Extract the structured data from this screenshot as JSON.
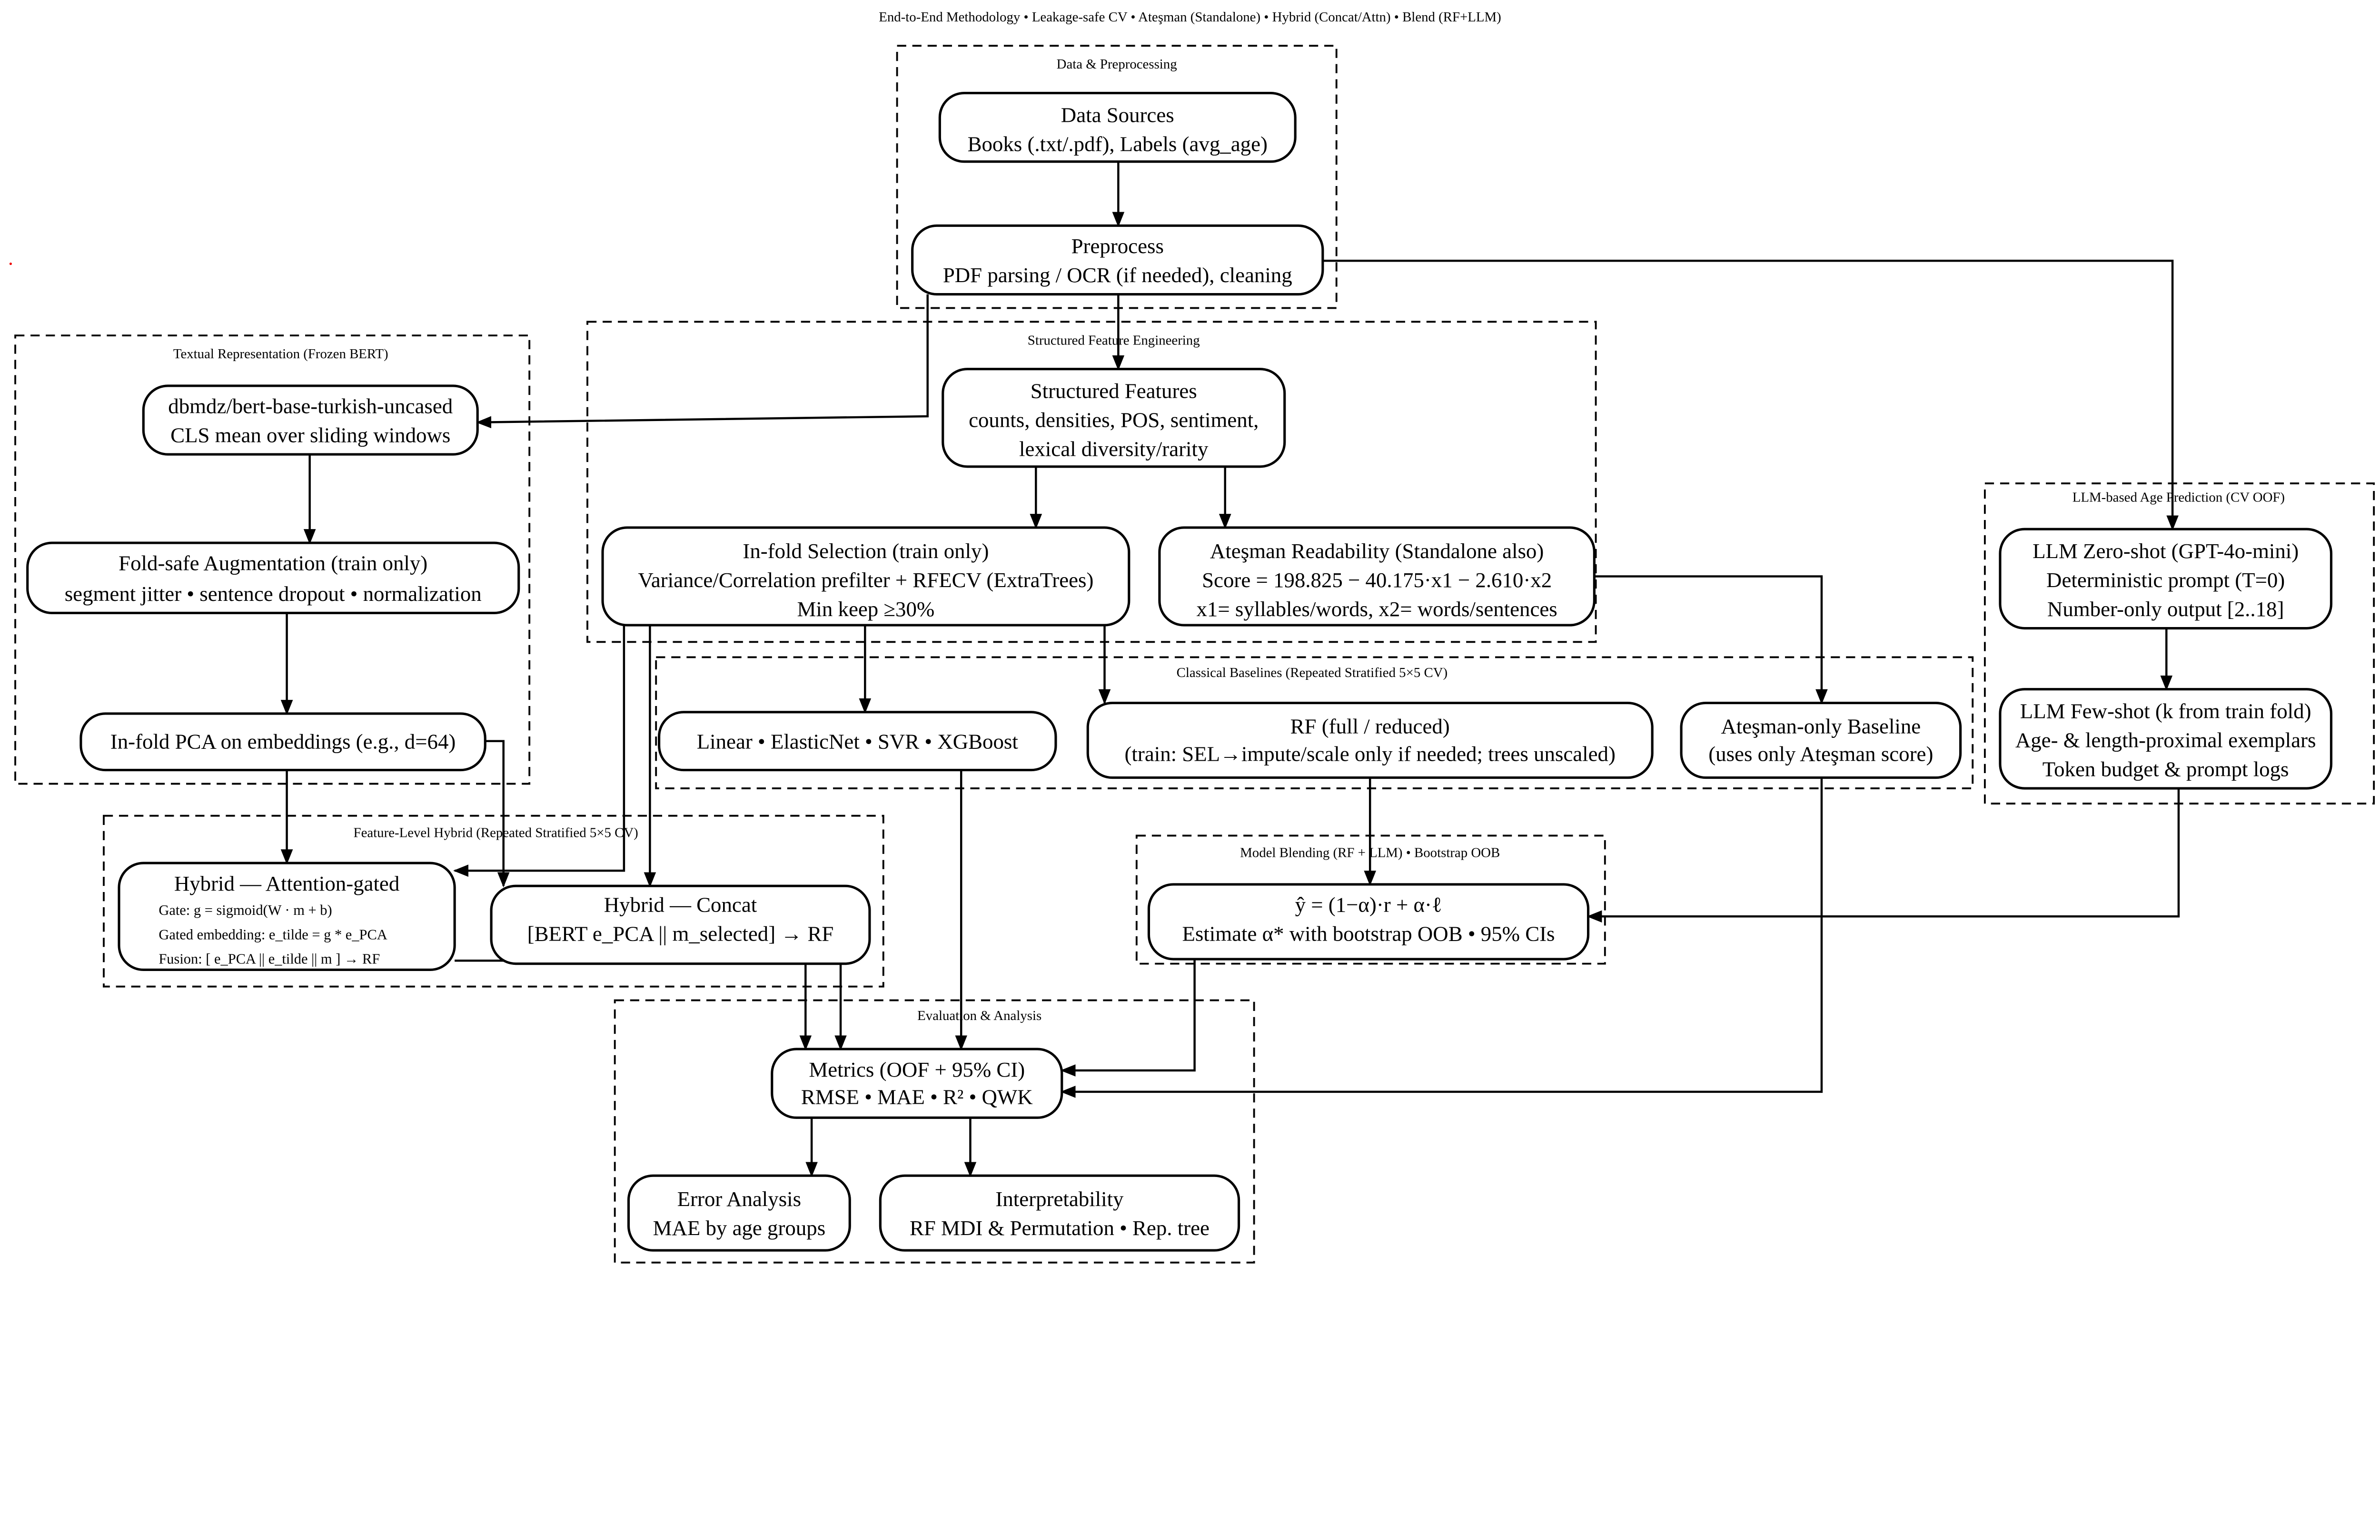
{
  "title": "End-to-End Methodology • Leakage-safe CV • Ateşman (Standalone) • Hybrid (Concat/Attn) • Blend (RF+LLM)",
  "clusters": {
    "data_prep": "Data & Preprocessing",
    "textual": "Textual Representation (Frozen BERT)",
    "structured": "Structured Feature Engineering",
    "llm": "LLM-based Age Prediction (CV OOF)",
    "classical": "Classical Baselines (Repeated Stratified 5×5 CV)",
    "hybrid": "Feature-Level Hybrid (Repeated Stratified 5×5 CV)",
    "blending": "Model Blending (RF + LLM) • Bootstrap OOB",
    "evaluation": "Evaluation & Analysis"
  },
  "nodes": {
    "data_sources": [
      "Data Sources",
      "Books (.txt/.pdf), Labels (avg_age)"
    ],
    "preprocess": [
      "Preprocess",
      "PDF parsing / OCR (if needed), cleaning"
    ],
    "bert": [
      "dbmdz/bert-base-turkish-uncased",
      "CLS mean over sliding windows"
    ],
    "augmentation": [
      "Fold-safe Augmentation (train only)",
      "segment jitter • sentence dropout • normalization"
    ],
    "pca": [
      "In-fold PCA on embeddings (e.g., d=64)"
    ],
    "structured_features": [
      "Structured Features",
      "counts, densities, POS, sentiment,",
      "lexical diversity/rarity"
    ],
    "selection": [
      "In-fold Selection (train only)",
      "Variance/Correlation prefilter + RFECV (ExtraTrees)",
      "Min keep ≥30%"
    ],
    "atesman": [
      "Ateşman Readability (Standalone also)",
      "Score = 198.825 − 40.175·x1 − 2.610·x2",
      "x1= syllables/words, x2= words/sentences"
    ],
    "llm_zero": [
      "LLM Zero-shot (GPT-4o-mini)",
      "Deterministic prompt (T=0)",
      "Number-only output [2..18]"
    ],
    "llm_few": [
      "LLM Few-shot (k from train fold)",
      "Age- & length-proximal exemplars",
      "Token budget & prompt logs"
    ],
    "linear": [
      "Linear • ElasticNet • SVR • XGBoost"
    ],
    "rf": [
      "RF (full / reduced)",
      "(train: SEL→impute/scale only if needed; trees unscaled)"
    ],
    "atesman_only": [
      "Ateşman-only Baseline",
      "(uses only Ateşman score)"
    ],
    "hybrid_attn": [
      "Hybrid — Attention-gated",
      "Gate: g = sigmoid(W · m + b)",
      "Gated embedding: e_tilde = g * e_PCA",
      "Fusion: [ e_PCA || e_tilde || m ] → RF"
    ],
    "hybrid_concat": [
      "Hybrid — Concat",
      "[BERT e_PCA  ||  m_selected] → RF"
    ],
    "blend": [
      "ŷ = (1−α)·r + α·ℓ",
      "Estimate α* with bootstrap OOB • 95% CIs"
    ],
    "metrics": [
      "Metrics (OOF + 95% CI)",
      "RMSE • MAE • R² • QWK"
    ],
    "error_analysis": [
      "Error Analysis",
      "MAE by age groups"
    ],
    "interpretability": [
      "Interpretability",
      "RF MDI & Permutation • Rep. tree"
    ]
  }
}
